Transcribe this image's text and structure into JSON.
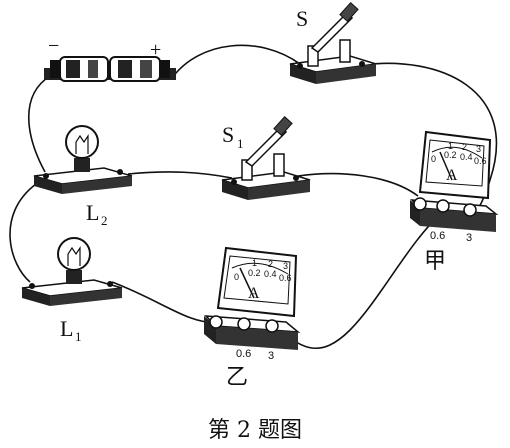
{
  "labels": {
    "switch_main": "S",
    "switch_branch": "S",
    "switch_branch_sub": "1",
    "lamp_upper": "L",
    "lamp_upper_sub": "2",
    "lamp_lower": "L",
    "lamp_lower_sub": "1",
    "ammeter_jia": "甲",
    "ammeter_yi": "乙",
    "battery_minus": "−",
    "battery_plus": "+"
  },
  "ammeter": {
    "unit": "A",
    "scale": [
      "0",
      "0.2",
      "0.4",
      "0.6"
    ],
    "upper_scale": [
      "1",
      "2",
      "3"
    ],
    "terminal_mid": "0.6",
    "terminal_right": "3"
  },
  "caption": "第 2 题图"
}
